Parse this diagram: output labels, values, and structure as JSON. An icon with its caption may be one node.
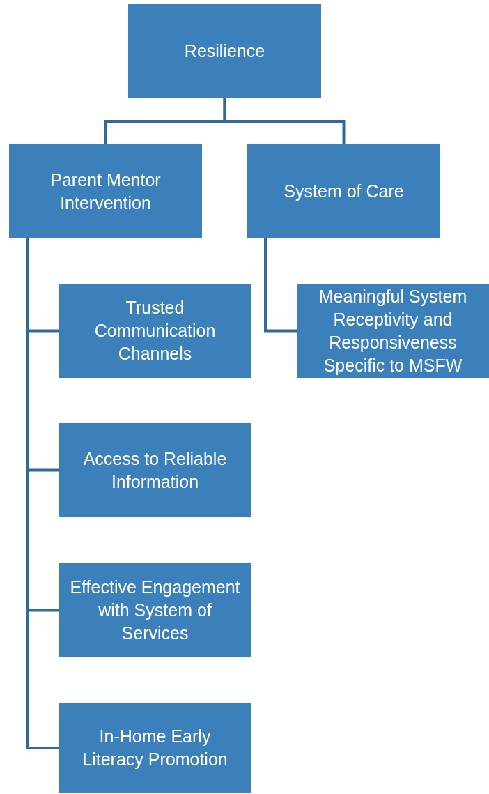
{
  "diagram": {
    "nodes": [
      {
        "text": [
          "Resilience"
        ]
      },
      {
        "text": [
          "Parent Mentor Intervention"
        ]
      },
      {
        "text": [
          "System of Care"
        ]
      },
      {
        "text": [
          "Trusted Communication Channels"
        ]
      },
      {
        "text": [
          "Access to Reliable Information"
        ]
      },
      {
        "text": [
          "Effective Engagement with System of Services"
        ]
      },
      {
        "text": [
          "In-Home Early Literacy Promotion"
        ]
      },
      {
        "text": [
          "Meaningful System Receptivity and Responsiveness Specific to MSFW"
        ]
      }
    ],
    "edges": [
      {
        "from": 0,
        "to": 1,
        "arrow": "none"
      },
      {
        "from": 0,
        "to": 2,
        "arrow": "none"
      },
      {
        "from": 1,
        "to": 3,
        "arrow": "none"
      },
      {
        "from": 1,
        "to": 4,
        "arrow": "none"
      },
      {
        "from": 1,
        "to": 5,
        "arrow": "none"
      },
      {
        "from": 1,
        "to": 6,
        "arrow": "none"
      },
      {
        "from": 2,
        "to": 7,
        "arrow": "none"
      }
    ]
  }
}
